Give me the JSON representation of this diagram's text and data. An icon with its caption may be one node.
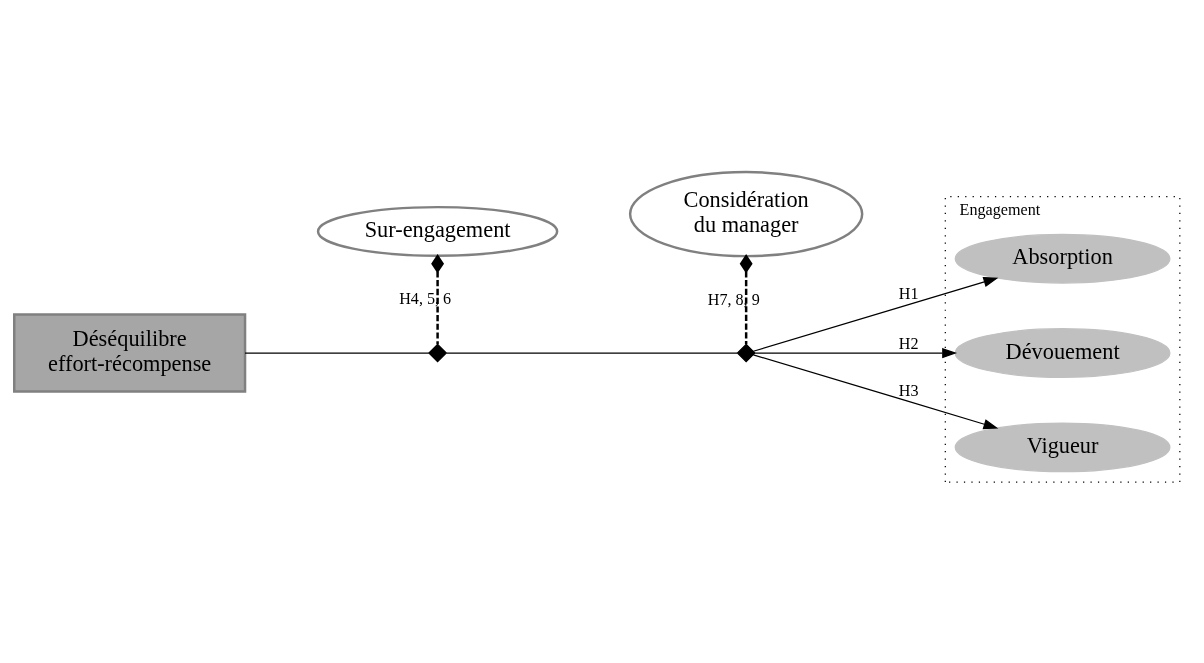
{
  "diagram": {
    "nodes": [
      {
        "text": [
          "Sur-engagement"
        ]
      },
      {
        "text": [
          "Engagement"
        ]
      },
      {
        "text": [
          "Absorption"
        ],
        "in": 1
      },
      {
        "text": [
          "Déséquilibre effort-récompense"
        ]
      },
      {
        "text": [
          "Dévouement"
        ],
        "in": 1
      },
      {
        "text": [
          "Vigueur"
        ],
        "in": 1
      },
      {
        "text": [
          "Considération du manager"
        ]
      },
      {
        "text": [],
        "shape": "diamond"
      },
      {
        "text": [],
        "shape": "diamond"
      }
    ],
    "edges": [
      {
        "from": 3,
        "to": 7,
        "arrow": "none"
      },
      {
        "from": 7,
        "to": 8,
        "arrow": "none"
      },
      {
        "from": 8,
        "to": 2,
        "arrow": "to",
        "label": "H1"
      },
      {
        "from": 8,
        "to": 4,
        "arrow": "to",
        "label": "H2"
      },
      {
        "from": 8,
        "to": 5,
        "arrow": "to",
        "label": "H3"
      },
      {
        "from": 0,
        "to": 7,
        "arrow": "other",
        "label": "H4, 5, 6",
        "style": "dashed"
      },
      {
        "from": 6,
        "to": 8,
        "arrow": "other",
        "label": "H7, 8, 9",
        "style": "dashed"
      }
    ]
  }
}
